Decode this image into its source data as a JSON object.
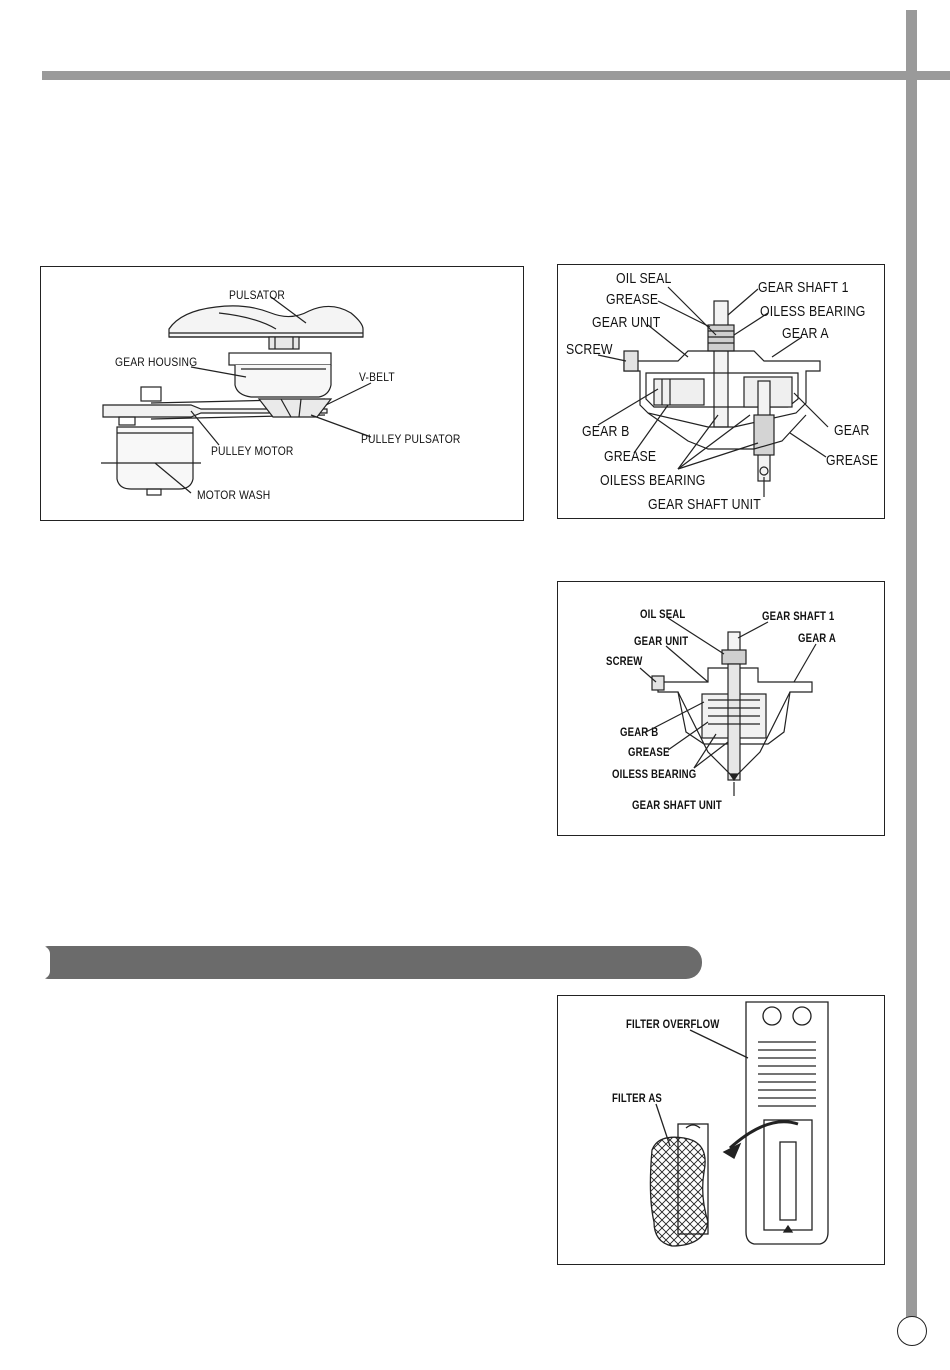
{
  "section": {
    "title": ""
  },
  "figure_drive": {
    "labels": {
      "pulsator": "PULSATOR",
      "gear_housing": "GEAR HOUSING",
      "v_belt": "V-BELT",
      "pulley_motor": "PULLEY MOTOR",
      "pulley_pulsator": "PULLEY PULSATOR",
      "motor_wash": "MOTOR WASH"
    }
  },
  "figure_gear1": {
    "labels": {
      "oil_seal": "OIL SEAL",
      "gear_shaft_1": "GEAR SHAFT 1",
      "grease_top": "GREASE",
      "oiless_bearing_top": "OILESS BEARING",
      "gear_unit": "GEAR UNIT",
      "gear_a": "GEAR A",
      "screw": "SCREW",
      "gear_b": "GEAR B",
      "gear": "GEAR",
      "grease_left": "GREASE",
      "grease_right": "GREASE",
      "oiless_bearing_bottom": "OILESS BEARING",
      "gear_shaft_unit": "GEAR SHAFT UNIT"
    }
  },
  "figure_gear2": {
    "labels": {
      "oil_seal": "OIL SEAL",
      "gear_shaft_1": "GEAR SHAFT 1",
      "gear_unit": "GEAR UNIT",
      "gear_a": "GEAR A",
      "screw": "SCREW",
      "gear_b": "GEAR B",
      "grease": "GREASE",
      "oiless_bearing": "OILESS BEARING",
      "gear_shaft_unit": "GEAR SHAFT UNIT"
    }
  },
  "figure_filter": {
    "labels": {
      "filter_overflow": "FILTER OVERFLOW",
      "filter_as": "FILTER AS"
    }
  }
}
